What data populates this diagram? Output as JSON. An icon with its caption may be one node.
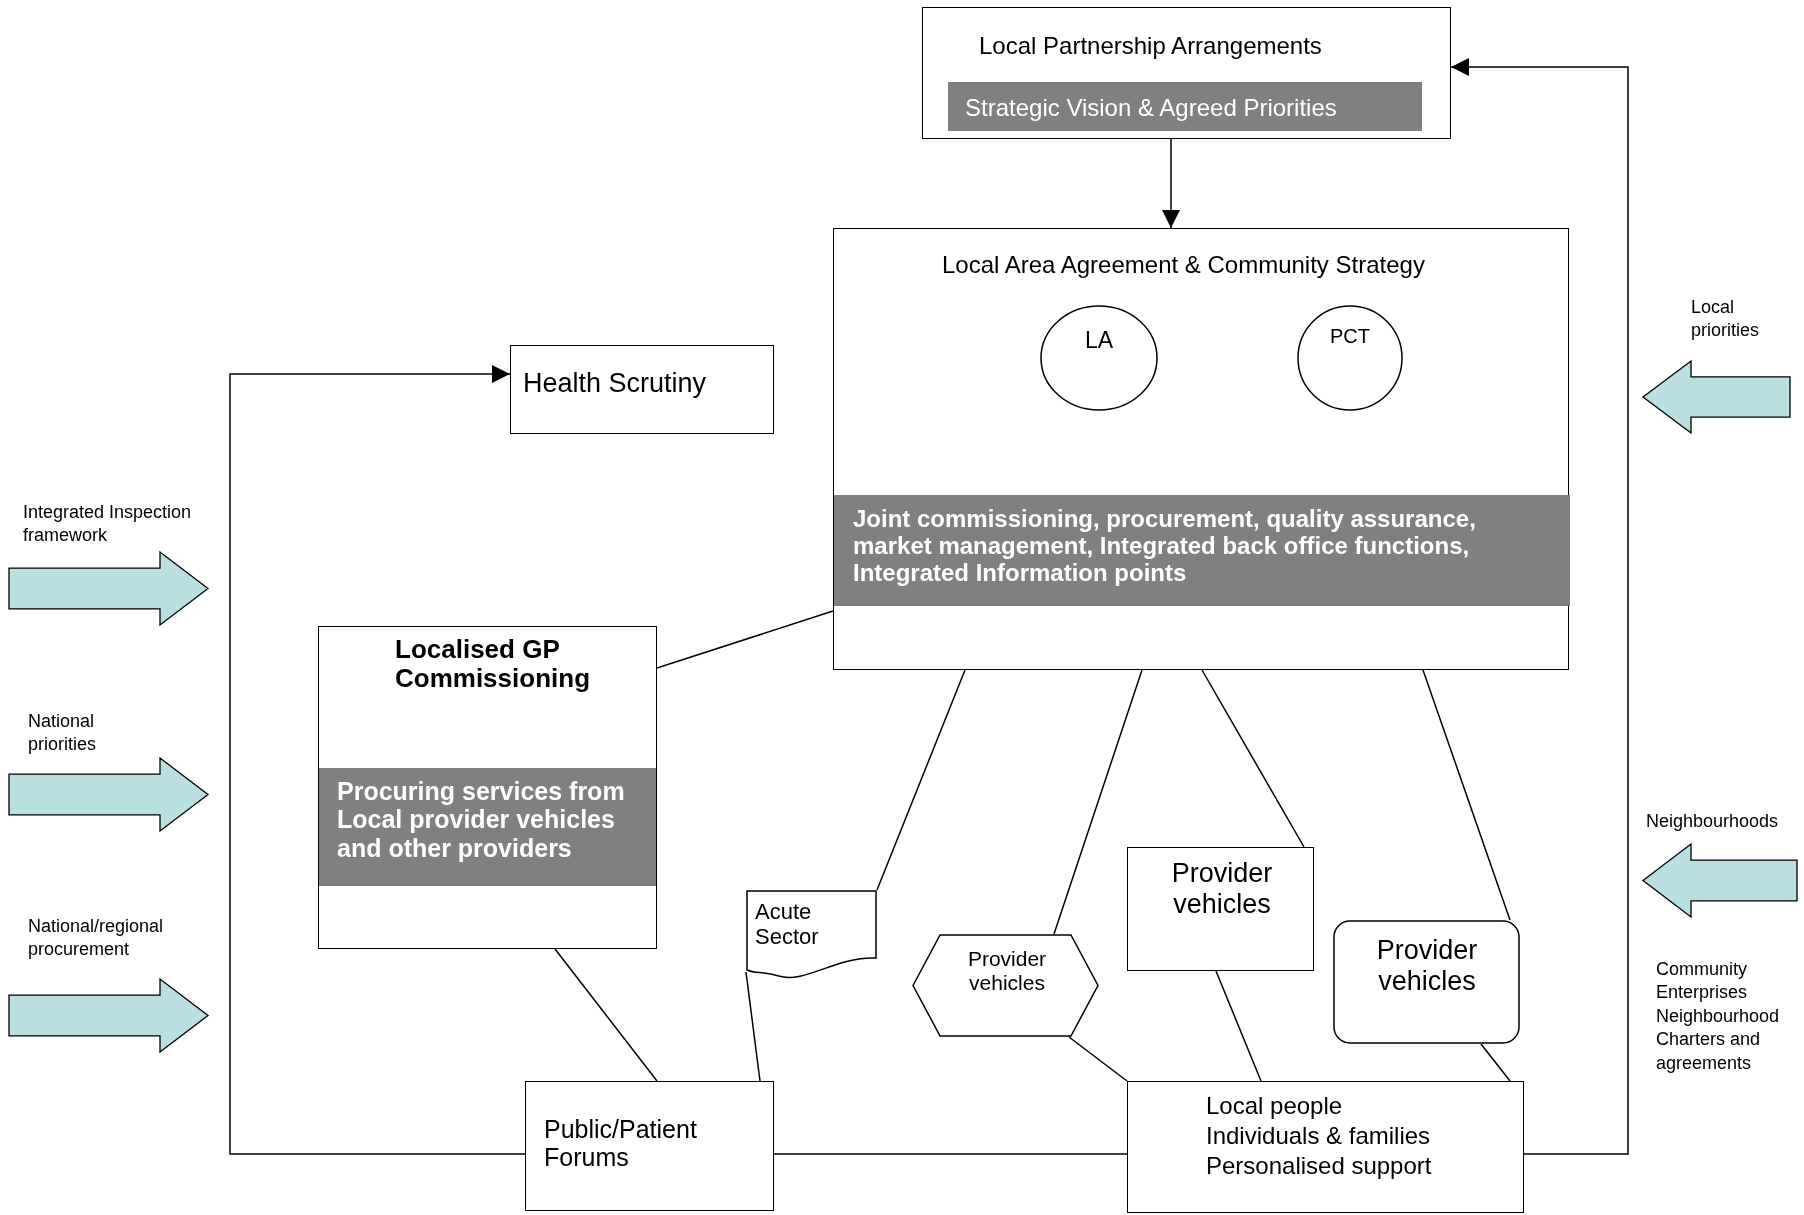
{
  "diagram": {
    "nodes": [
      {
        "text": [
          "Local Partnership Arrangements",
          "Strategic Vision & Agreed Priorities"
        ]
      },
      {
        "text": [
          "Local Area Agreement & Community Strategy",
          "Joint commissioning, procurement, quality assurance, market management, Integrated back office functions, Integrated Information points"
        ]
      },
      {
        "text": [
          "LA"
        ],
        "in": 1
      },
      {
        "text": [
          "PCT"
        ],
        "in": 1
      },
      {
        "text": [
          "Health Scrutiny"
        ]
      },
      {
        "text": [
          "Localised GP Commissioning",
          "Procuring services from Local provider vehicles and other providers"
        ]
      },
      {
        "text": [
          "Acute Sector"
        ]
      },
      {
        "text": [
          "Provider vehicles"
        ]
      },
      {
        "text": [
          "Provider vehicles"
        ]
      },
      {
        "text": [
          "Provider vehicles"
        ]
      },
      {
        "text": [
          "Public/Patient Forums"
        ]
      },
      {
        "text": [
          "Local people",
          "Individuals & families",
          "Personalised support"
        ]
      }
    ],
    "edges": [
      {
        "from": 0,
        "to": 1,
        "arrow": "to"
      },
      {
        "from": 10,
        "to": 4,
        "arrow": "to"
      },
      {
        "from": 10,
        "to": 11,
        "arrow": "none"
      },
      {
        "from": 11,
        "to": 0,
        "arrow": "to"
      },
      {
        "from": 5,
        "to": 1,
        "arrow": "none"
      },
      {
        "from": 5,
        "to": 10,
        "arrow": "none"
      },
      {
        "from": 1,
        "to": 6,
        "arrow": "none"
      },
      {
        "from": 6,
        "to": 10,
        "arrow": "none"
      },
      {
        "from": 1,
        "to": 7,
        "arrow": "none"
      },
      {
        "from": 1,
        "to": 8,
        "arrow": "none"
      },
      {
        "from": 1,
        "to": 9,
        "arrow": "none"
      },
      {
        "from": 7,
        "to": 11,
        "arrow": "none"
      },
      {
        "from": 8,
        "to": 11,
        "arrow": "none"
      },
      {
        "from": 9,
        "to": 11,
        "arrow": "none"
      }
    ],
    "labels": [
      "Local priorities",
      "Integrated Inspection framework",
      "National priorities",
      "Neighbourhoods",
      "National/regional procurement",
      "Community Enterprises Neighbourhood Charters and agreements"
    ]
  }
}
